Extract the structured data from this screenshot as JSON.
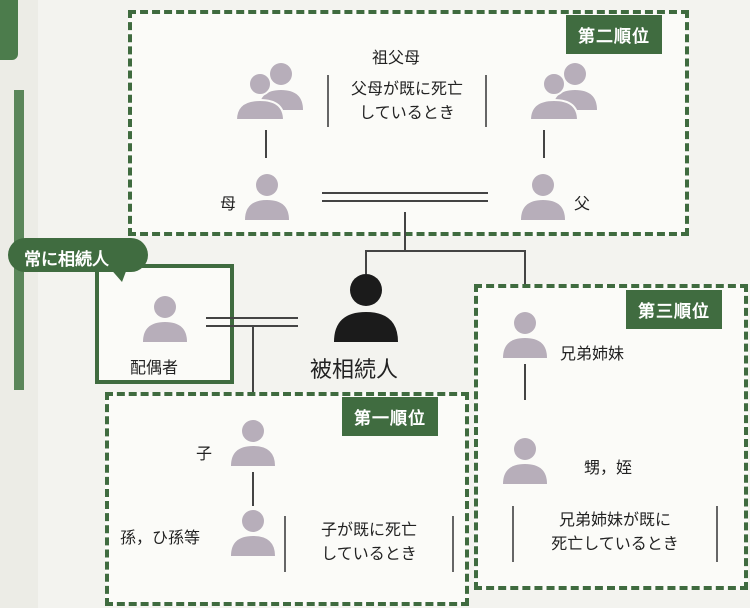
{
  "spouse_callout": "常に相続人",
  "decedent": "被相続人",
  "spouse": "配偶者",
  "second_rank": {
    "label": "第二順位",
    "grandparents": "祖父母",
    "grandparents_note_line1": "父母が既に死亡",
    "grandparents_note_line2": "しているとき",
    "mother": "母",
    "father": "父"
  },
  "first_rank": {
    "label": "第一順位",
    "child": "子",
    "grandchild": "孫，ひ孫等",
    "note_line1": "子が既に死亡",
    "note_line2": "しているとき"
  },
  "third_rank": {
    "label": "第三順位",
    "siblings": "兄弟姉妹",
    "nephew_niece": "甥，姪",
    "note_line1": "兄弟姉妹が既に",
    "note_line2": "死亡しているとき"
  },
  "colors": {
    "accent_green": "#406c40",
    "person_gray": "#b7aeba",
    "decedent_black": "#1b1b1b"
  }
}
